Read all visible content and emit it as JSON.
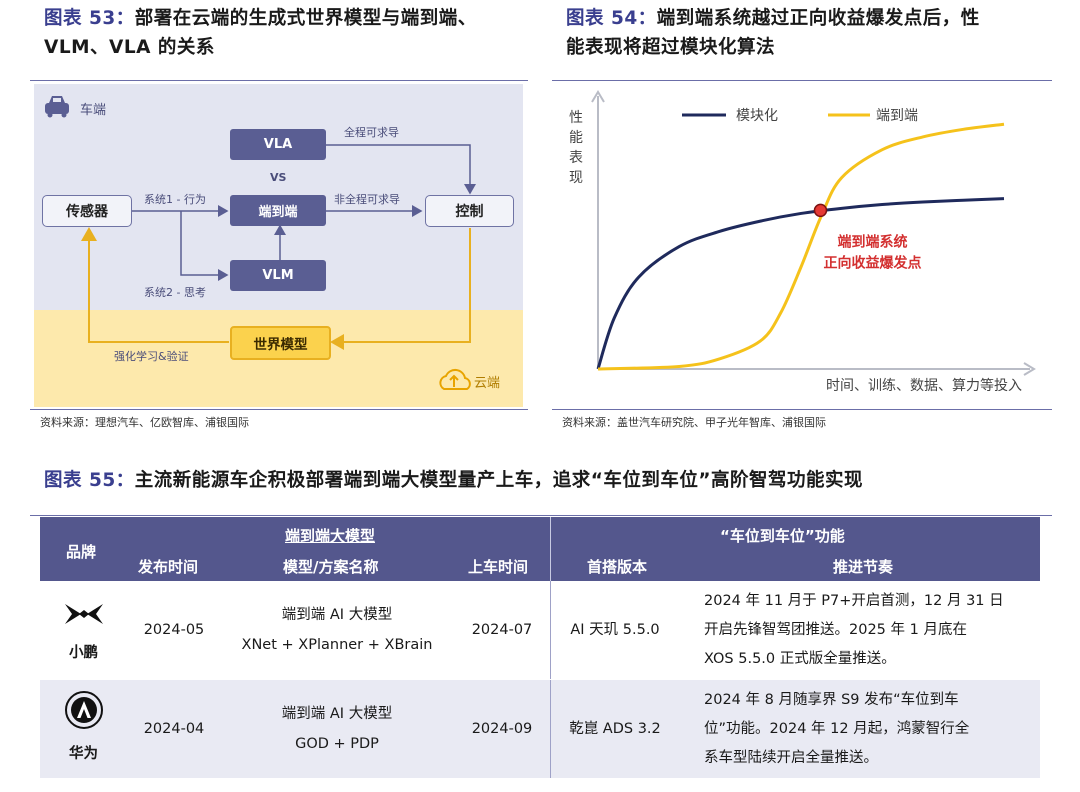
{
  "fig53": {
    "label": "图表 53：",
    "title_line1": "部署在云端的生成式世界模型与端到端、",
    "title_line2": "VLM、VLA 的关系",
    "source": "资料来源：理想汽车、亿欧智库、浦银国际",
    "zone_car": "车端",
    "zone_cloud": "云端",
    "nodes": {
      "vla": "VLA",
      "vs": "VS",
      "e2e": "端到端",
      "vlm": "VLM",
      "sensor": "传感器",
      "control": "控制",
      "world_model": "世界模型"
    },
    "edges": {
      "full_guidance": "全程可求导",
      "non_full_guidance": "非全程可求导",
      "system1": "系统1 - 行为",
      "system2": "系统2 - 思考",
      "rl": "强化学习&验证"
    }
  },
  "fig54": {
    "label": "图表 54：",
    "title_line1": "端到端系统越过正向收益爆发点后，性",
    "title_line2": "能表现将超过模块化算法",
    "source": "资料来源：盖世汽车研究院、甲子光年智库、浦银国际",
    "colors": {
      "modular": "#1f2a5c",
      "e2e": "#f5c21b",
      "point": "#e53935",
      "annotation": "#d32f2f",
      "axis": "#b9bcc6"
    }
  },
  "chart_data": {
    "type": "line",
    "title": "",
    "ylabel": "性能表现",
    "xlabel": "时间、训练、数据、算力等投入",
    "series": [
      {
        "name": "模块化",
        "points": [
          [
            0,
            0.0
          ],
          [
            0.04,
            0.2
          ],
          [
            0.1,
            0.36
          ],
          [
            0.2,
            0.48
          ],
          [
            0.3,
            0.54
          ],
          [
            0.4,
            0.58
          ],
          [
            0.5,
            0.61
          ],
          [
            0.6,
            0.63
          ],
          [
            0.7,
            0.645
          ],
          [
            0.8,
            0.655
          ],
          [
            0.9,
            0.662
          ],
          [
            1.0,
            0.668
          ]
        ]
      },
      {
        "name": "端到端",
        "points": [
          [
            0,
            0.0
          ],
          [
            0.2,
            0.01
          ],
          [
            0.3,
            0.04
          ],
          [
            0.4,
            0.11
          ],
          [
            0.45,
            0.22
          ],
          [
            0.5,
            0.4
          ],
          [
            0.55,
            0.6
          ],
          [
            0.6,
            0.75
          ],
          [
            0.7,
            0.86
          ],
          [
            0.8,
            0.91
          ],
          [
            0.9,
            0.94
          ],
          [
            1.0,
            0.96
          ]
        ]
      }
    ],
    "crossover": {
      "x": 0.548,
      "y": 0.622,
      "label_line1": "端到端系统",
      "label_line2": "正向收益爆发点"
    },
    "legend_position": "top",
    "grid": false
  },
  "fig55": {
    "label": "图表 55：",
    "title": "主流新能源车企积极部署端到端大模型量产上车，追求“车位到车位”高阶智驾功能实现",
    "header": {
      "brand": "品牌",
      "group_e2e": "端到端大模型",
      "release_time": "发布时间",
      "model_name": "模型/方案名称",
      "onboard_time": "上车时间",
      "group_p2p": "“车位到车位”功能",
      "first_version": "首搭版本",
      "rollout": "推进节奏"
    },
    "rows": [
      {
        "brand": "小鹏",
        "release_time": "2024-05",
        "model_line1": "端到端 AI 大模型",
        "model_line2": "XNet + XPlanner + XBrain",
        "onboard_time": "2024-07",
        "first_version": "AI 天玑 5.5.0",
        "rollout_lines": [
          "2024 年 11 月于 P7+开启首测，12 月 31 日",
          "开启先锋智驾团推送。2025 年 1 月底在",
          "XOS 5.5.0 正式版全量推送。"
        ]
      },
      {
        "brand": "华为",
        "release_time": "2024-04",
        "model_line1": "端到端 AI 大模型",
        "model_line2": "GOD + PDP",
        "onboard_time": "2024-09",
        "first_version": "乾崑 ADS 3.2",
        "rollout_lines": [
          "2024 年 8 月随享界 S9 发布“车位到车",
          "位”功能。2024 年 12 月起，鸿蒙智行全",
          "系车型陆续开启全量推送。"
        ]
      }
    ]
  }
}
